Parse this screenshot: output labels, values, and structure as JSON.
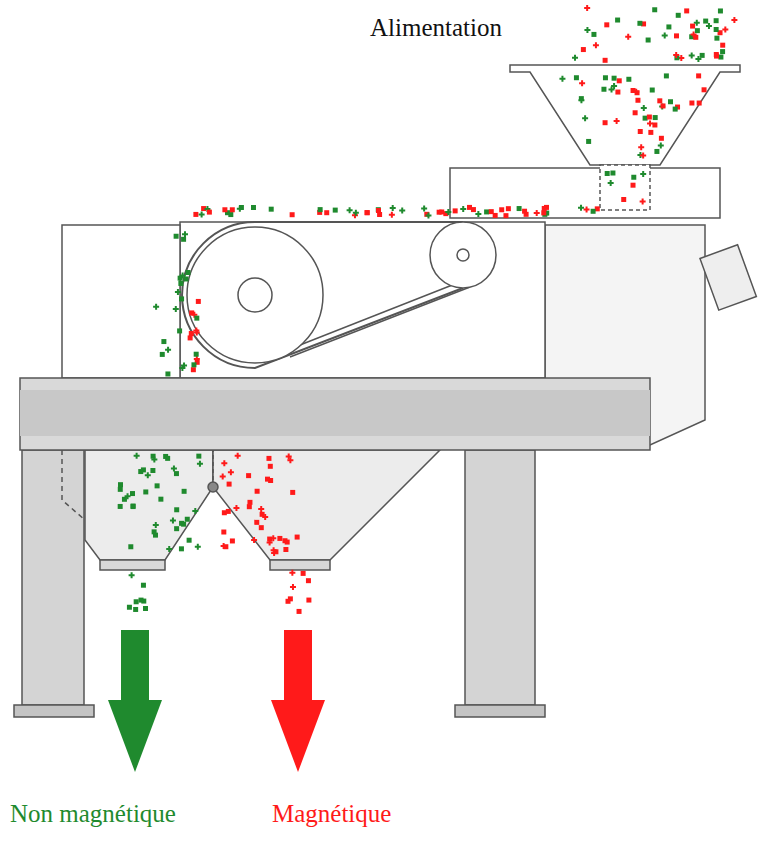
{
  "diagram": {
    "labels": [
      "Alimentation",
      "Non magnétique",
      "Magnétique"
    ]
  }
}
